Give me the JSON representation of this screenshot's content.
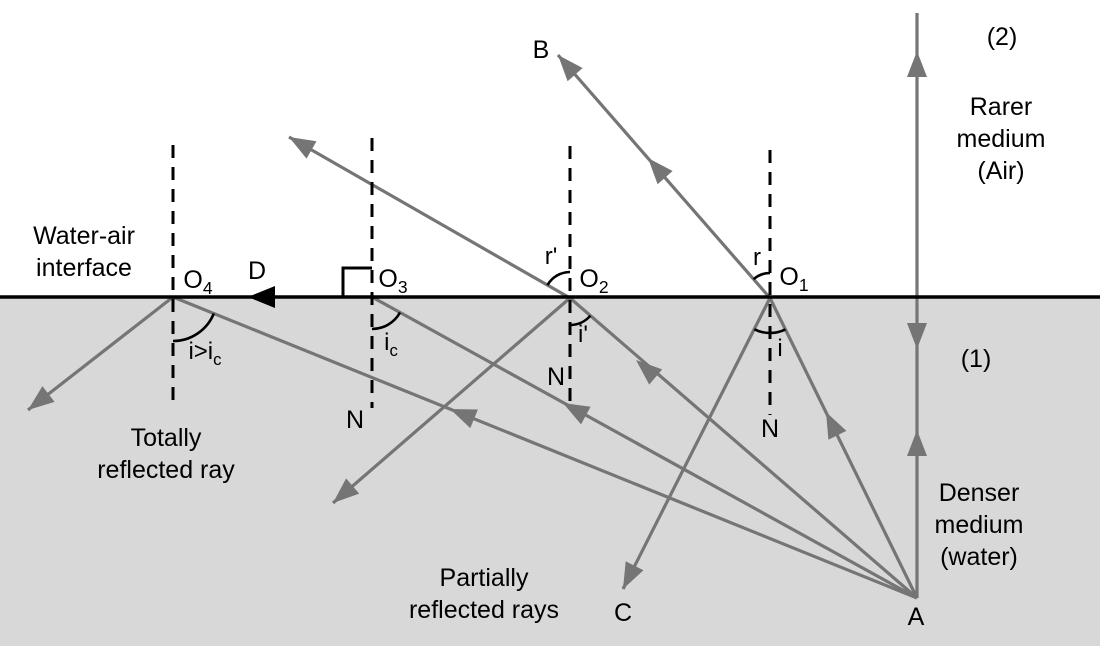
{
  "colors": {
    "ray_gray": "#757575",
    "ink_black": "#000000",
    "water_gray": "#d8d8d8",
    "background": "#ffffff"
  },
  "interface_label": {
    "line1": "Water-air",
    "line2": "interface"
  },
  "media": {
    "upper_index": "(2)",
    "upper_lines": [
      "Rarer",
      "medium",
      "(Air)"
    ],
    "lower_index": "(1)",
    "lower_lines": [
      "Denser",
      "medium",
      "(water)"
    ]
  },
  "points": {
    "A": "A",
    "B": "B",
    "C": "C",
    "D": "D",
    "O1": {
      "base": "O",
      "sub": "1"
    },
    "O2": {
      "base": "O",
      "sub": "2"
    },
    "O3": {
      "base": "O",
      "sub": "3"
    },
    "O4": {
      "base": "O",
      "sub": "4"
    },
    "normal": "N"
  },
  "angles": {
    "r": "r",
    "r_prime": "r'",
    "i": "i",
    "i_prime": "i'",
    "critical": {
      "base": "i",
      "sub": "c"
    },
    "beyond_critical": {
      "base": "i>i",
      "sub": "c"
    }
  },
  "captions": {
    "totally_reflected": {
      "line1": "Totally",
      "line2": "reflected ray"
    },
    "partially_reflected": {
      "line1": "Partially",
      "line2": "reflected rays"
    }
  }
}
